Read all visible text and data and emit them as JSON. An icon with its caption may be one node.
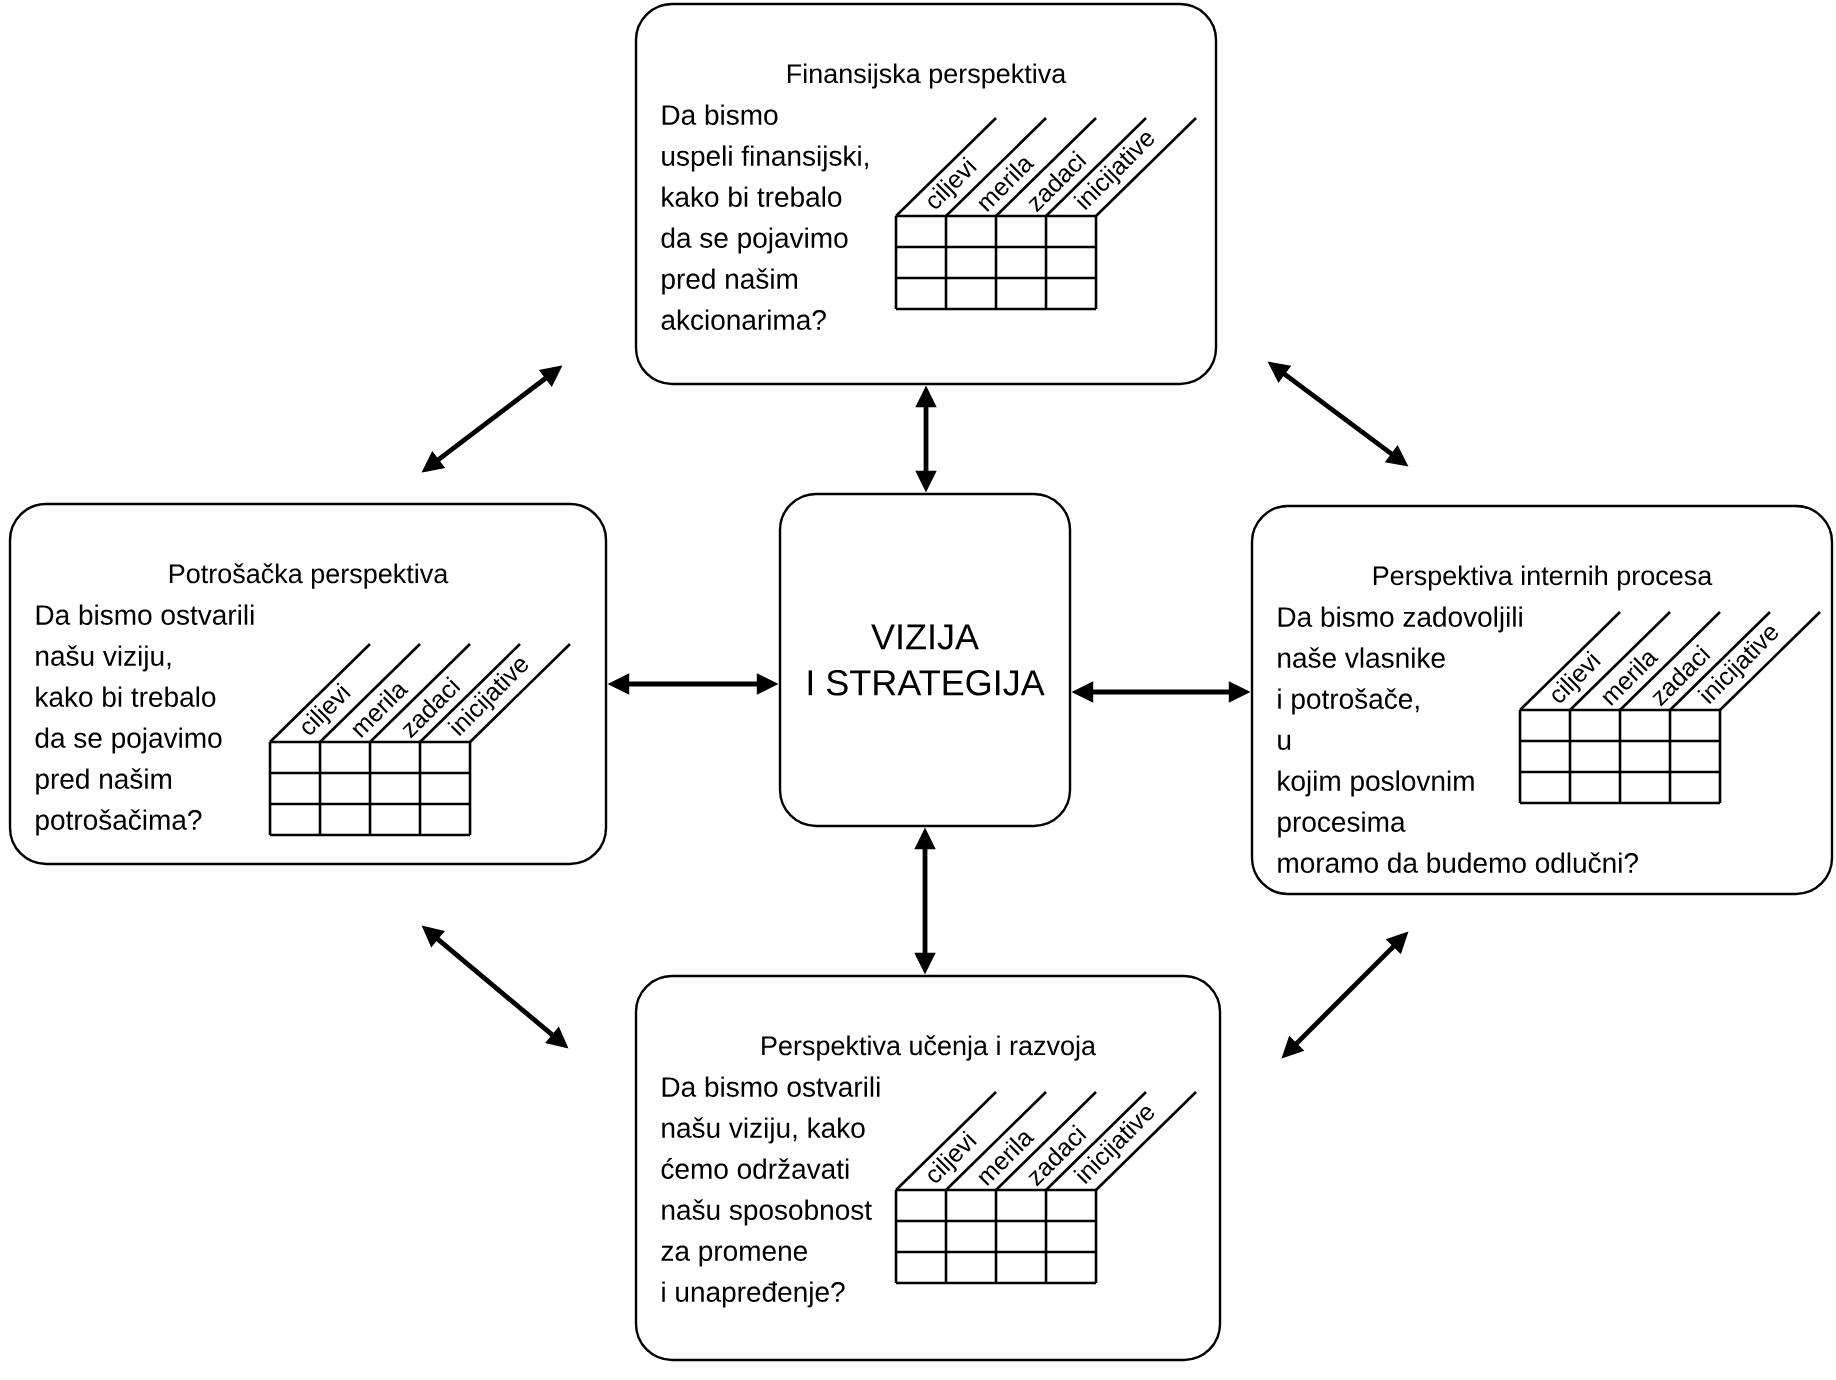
{
  "diagram": {
    "nodes": [
      {
        "text": [
          "Finansijska perspektiva",
          "Da bismo uspeli finansijski, kako bi trebalo da se pojavimo pred našim akcionarima?",
          "ciljevi",
          "merila",
          "zadaci",
          "inicijative"
        ]
      },
      {
        "text": [
          "Potrošačka perspektiva",
          "Da bismo ostvarili našu viziju, kako bi trebalo da se pojavimo pred našim potrošačima?",
          "ciljevi",
          "merila",
          "zadaci",
          "inicijative"
        ]
      },
      {
        "text": [
          "VIZIJA I STRATEGIJA"
        ]
      },
      {
        "text": [
          "Perspektiva internih procesa",
          "Da bismo zadovoljili naše vlasnike i potrošače, u kojim poslovnim procesima moramo da budemo odlučni?",
          "ciljevi",
          "merila",
          "zadaci",
          "inicijative"
        ]
      },
      {
        "text": [
          "Perspektiva učenja i razvoja",
          "Da bismo ostvarili našu viziju, kako ćemo održavati našu sposobnost za promene i unapređenje?",
          "ciljevi",
          "merila",
          "zadaci",
          "inicijative"
        ]
      }
    ],
    "edges": [
      {
        "from": 0,
        "to": 2,
        "arrow": "both"
      },
      {
        "from": 1,
        "to": 2,
        "arrow": "both"
      },
      {
        "from": 2,
        "to": 3,
        "arrow": "both"
      },
      {
        "from": 2,
        "to": 4,
        "arrow": "both"
      },
      {
        "from": 0,
        "to": 1,
        "arrow": "both"
      },
      {
        "from": 0,
        "to": 3,
        "arrow": "both"
      },
      {
        "from": 1,
        "to": 4,
        "arrow": "both"
      },
      {
        "from": 3,
        "to": 4,
        "arrow": "both"
      }
    ]
  }
}
